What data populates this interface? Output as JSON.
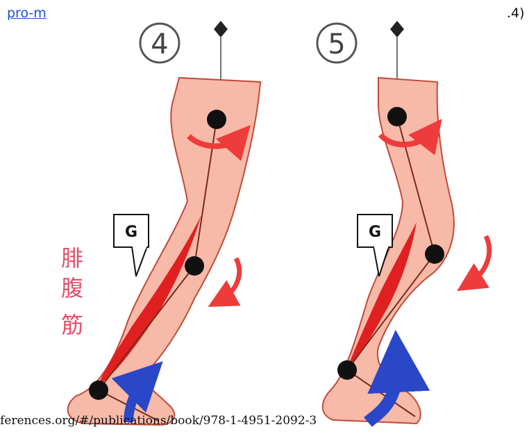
{
  "header": {
    "link_text": "pro-m",
    "right_text": ".4)"
  },
  "footer": {
    "url_text": "ferences.org/#/publications/book/978-1-4951-2092-3"
  },
  "figures": [
    {
      "step_number": "4",
      "callout_letter": "G"
    },
    {
      "step_number": "5",
      "callout_letter": "G"
    }
  ],
  "muscle_label": [
    "腓",
    "腹",
    "筋"
  ],
  "colors": {
    "skin": "#f7b9a8",
    "outline": "#c04a3a",
    "muscle": "#e02020",
    "bone": "#7a2a1a",
    "joint": "#111111",
    "rotation_arrow": "#ee3b3b",
    "foot_arrow": "#2a47c8",
    "muscle_label": "#e0506a"
  }
}
